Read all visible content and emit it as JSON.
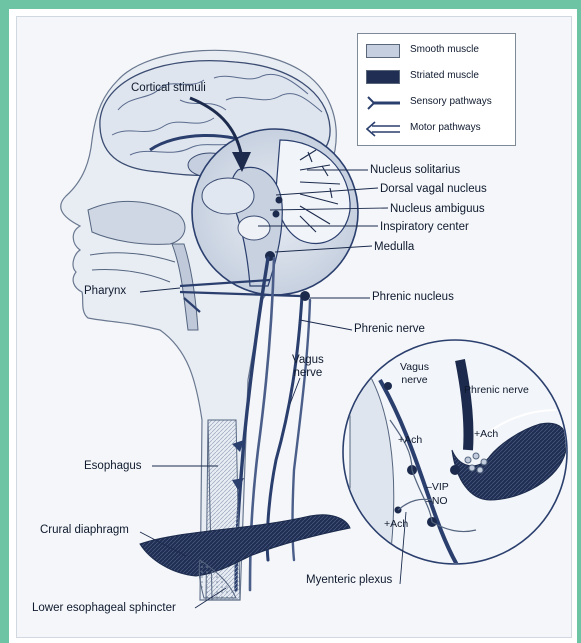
{
  "legend": {
    "smooth_muscle": "Smooth muscle",
    "striated_muscle": "Striated muscle",
    "sensory_pathways": "Sensory pathways",
    "motor_pathways": "Motor pathways"
  },
  "labels": {
    "cortical_stimuli": "Cortical stimuli",
    "nucleus_solitarius": "Nucleus solitarius",
    "dorsal_vagal_nucleus": "Dorsal vagal nucleus",
    "nucleus_ambiguus": "Nucleus ambiguus",
    "inspiratory_center": "Inspiratory center",
    "medulla": "Medulla",
    "pharynx": "Pharynx",
    "phrenic_nucleus": "Phrenic nucleus",
    "phrenic_nerve": "Phrenic nerve",
    "vagus_nerve": "Vagus\nnerve",
    "esophagus": "Esophagus",
    "crural_diaphragm": "Crural diaphragm",
    "les": "Lower esophageal sphincter",
    "myenteric_plexus": "Myenteric plexus"
  },
  "inset": {
    "vagus_nerve": "Vagus\nnerve",
    "phrenic_nerve": "Phrenic nerve",
    "ach_1": "+Ach",
    "ach_2": "+Ach",
    "ach_3": "+Ach",
    "vip": "–VIP",
    "no": "–NO"
  },
  "colors": {
    "frame": "#6cc4a4",
    "nerve": "#2b3f6e",
    "tissue": "#c9d2df",
    "brain": "#dfe5ee",
    "dark": "#1c2b4d"
  }
}
